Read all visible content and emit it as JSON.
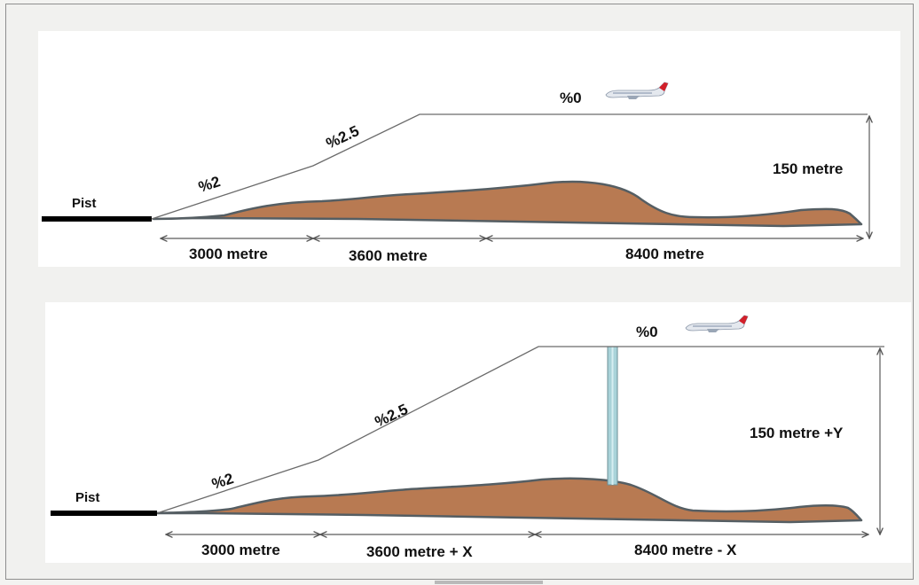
{
  "top": {
    "runway_label": "Pist",
    "slope_1": "%2",
    "slope_2": "%2.5",
    "slope_3": "%0",
    "dist_1": "3000 metre",
    "dist_2": "3600 metre",
    "dist_3": "8400 metre",
    "height": "150 metre"
  },
  "bottom": {
    "runway_label": "Pist",
    "slope_1": "%2",
    "slope_2": "%2.5",
    "slope_3": "%0",
    "dist_1": "3000 metre",
    "dist_2": "3600 metre + X",
    "dist_3": "8400 metre - X",
    "height": "150 metre +Y"
  },
  "colors": {
    "terrain": "#b87a52",
    "terrain_outline": "#555e63",
    "tower": "#a9d3d9",
    "runway": "#000000",
    "aircraft_tail": "#d3202a"
  },
  "icons": [
    "airplane-icon",
    "tower-obstacle"
  ]
}
